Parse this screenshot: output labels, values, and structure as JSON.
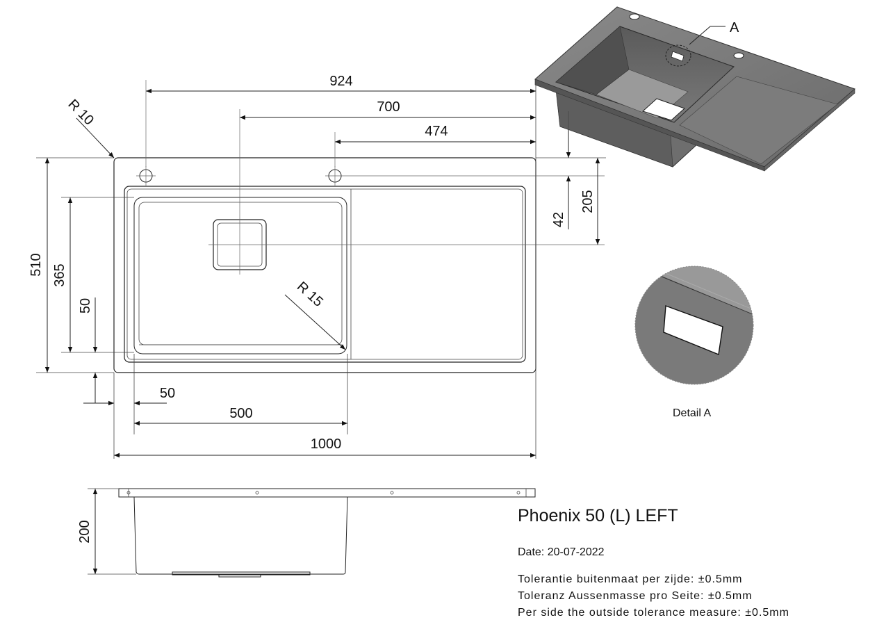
{
  "product": {
    "title": "Phoenix 50 (L) LEFT",
    "date": "Date: 20-07-2022"
  },
  "tolerances": [
    "Tolerantie buitenmaat per zijde: ±0.5mm",
    "Toleranz Aussenmasse pro Seite: ±0.5mm",
    "Per side the outside tolerance measure: ±0.5mm"
  ],
  "dimensions": {
    "overall_width": "1000",
    "overall_depth": "510",
    "tap_hole_1": "924",
    "drain_center": "700",
    "tap_hole_2": "474",
    "bowl_width": "500",
    "bowl_offset_x": "50",
    "bowl_offset_y": "50",
    "bowl_depth": "365",
    "drain_depth_offset": "205",
    "tap_hole_offset": "42",
    "sink_height": "200",
    "corner_radius_outer": "R 10",
    "corner_radius_bowl": "R 15"
  },
  "callouts": {
    "detail_marker": "A",
    "detail_label": "Detail A"
  }
}
